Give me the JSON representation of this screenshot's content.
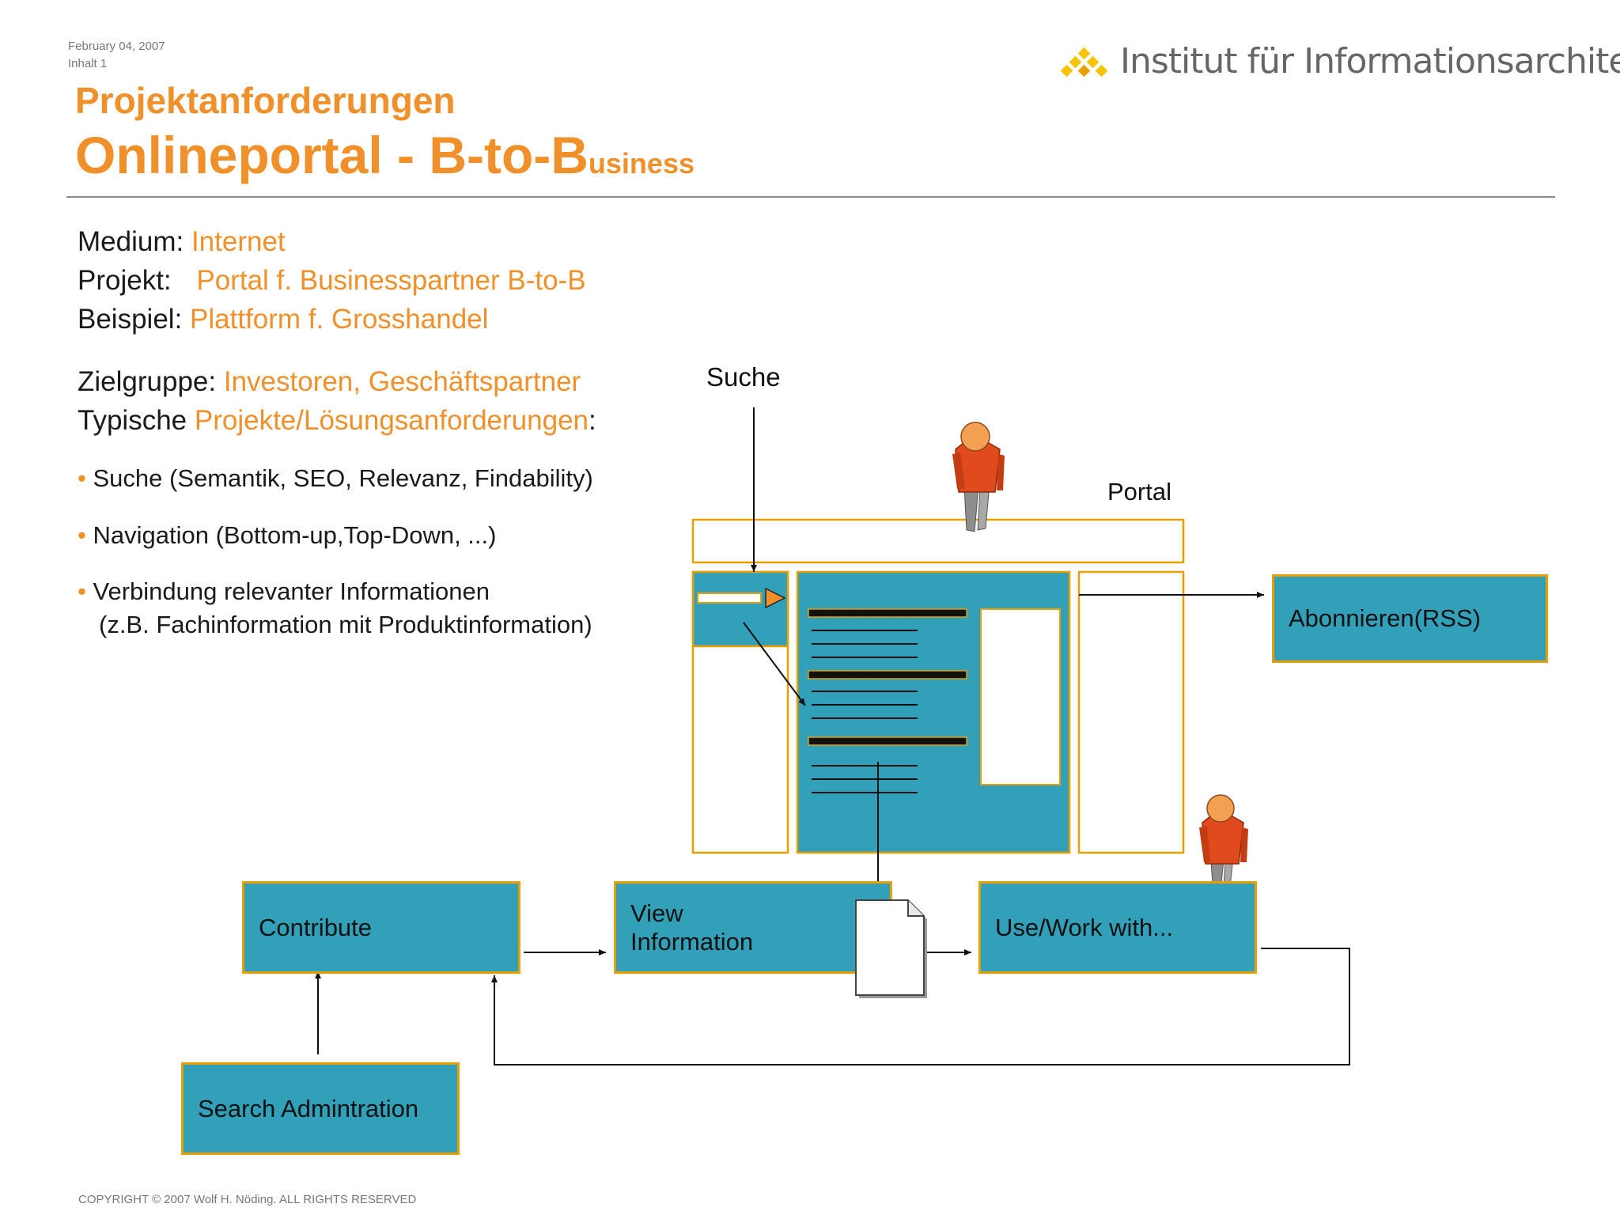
{
  "header": {
    "date": "February 04, 2007",
    "section": "Inhalt 1",
    "title_line1": "Projektanforderungen",
    "title_line2_main": "Onlineportal - B-to-B",
    "title_line2_sub": "usiness",
    "logo_text": "Institut für Informationsarchitektur"
  },
  "info": {
    "medium_label": "Medium:",
    "medium_value": "Internet",
    "projekt_label": "Projekt:",
    "projekt_value": "Portal f. Businesspartner B-to-B",
    "beispiel_label": "Beispiel:",
    "beispiel_value": "Plattform f. Grosshandel",
    "zielgruppe_label": "Zielgruppe:",
    "zielgruppe_value": "Investoren, Geschäftspartner",
    "typische_label": "Typische",
    "typische_value": "Projekte/Lösungsanforderungen",
    "typische_suffix": ":"
  },
  "bullets": [
    "Suche (Semantik, SEO, Relevanz, Findability)",
    "Navigation (Bottom-up,Top-Down, ...)",
    "Verbindung relevanter Informationen",
    "(z.B. Fachinformation mit Produktinformation)"
  ],
  "diagram": {
    "suche_label": "Suche",
    "portal_label": "Portal",
    "abonnieren": "Abonnieren(RSS)",
    "contribute": "Contribute",
    "view_line1": "View",
    "view_line2": "Information",
    "use_work": "Use/Work with...",
    "search_admin": "Search Admintration"
  },
  "colors": {
    "accent_orange": "#f0902a",
    "box_teal": "#32a0b9",
    "box_border": "#e8a000",
    "person_orange": "#e04a1c"
  },
  "footer": {
    "copyright": "COPYRIGHT © 2007 Wolf H. Nöding. ALL RIGHTS RESERVED"
  }
}
